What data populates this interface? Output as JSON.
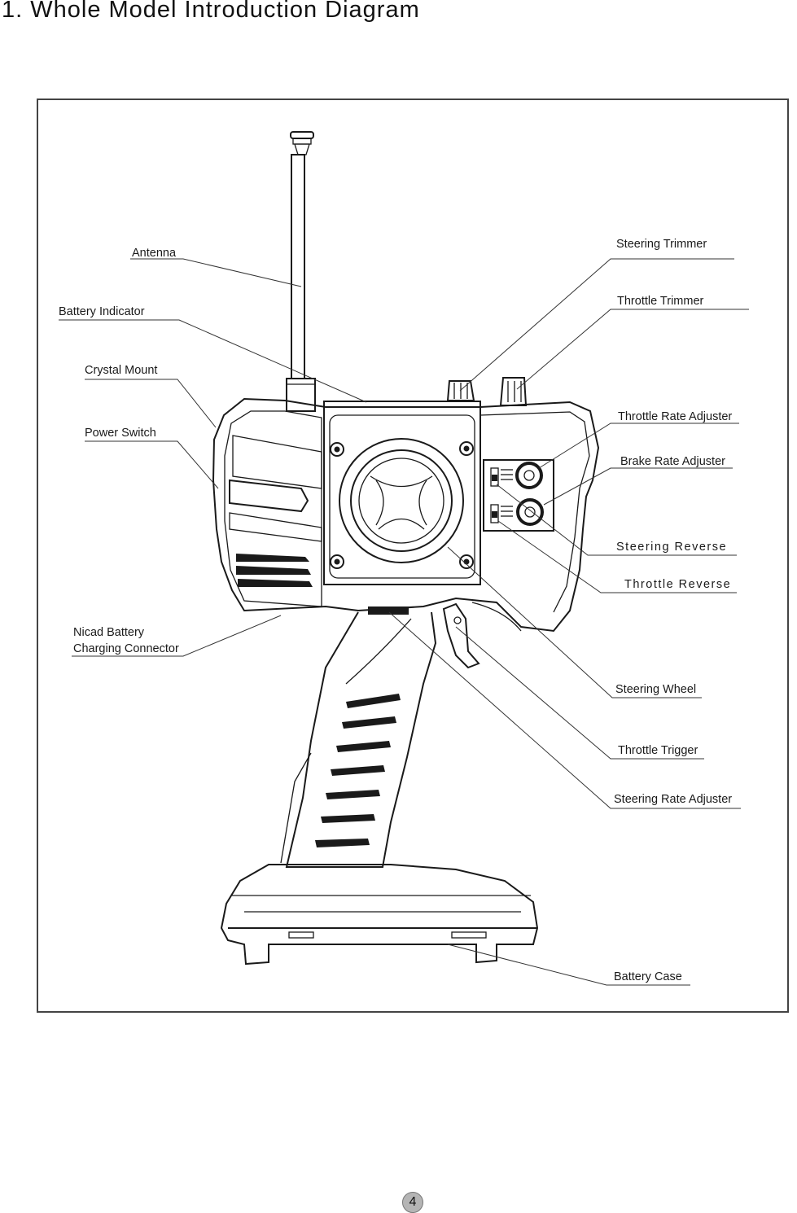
{
  "page": {
    "title": "1. Whole Model Introduction Diagram",
    "page_number": "4"
  },
  "labels": {
    "antenna": "Antenna",
    "battery_indicator": "Battery Indicator",
    "crystal_mount": "Crystal Mount",
    "power_switch": "Power Switch",
    "nicad_line1": "Nicad Battery",
    "nicad_line2": "Charging Connector",
    "steering_trimmer": "Steering Trimmer",
    "throttle_trimmer": "Throttle Trimmer",
    "throttle_rate_adjuster": "Throttle Rate Adjuster",
    "brake_rate_adjuster": "Brake Rate Adjuster",
    "steering_reverse": "Steering  Reverse",
    "throttle_reverse": "Throttle  Reverse",
    "steering_wheel": "Steering Wheel",
    "throttle_trigger": "Throttle Trigger",
    "steering_rate_adjuster": "Steering Rate Adjuster",
    "battery_case": "Battery Case"
  }
}
